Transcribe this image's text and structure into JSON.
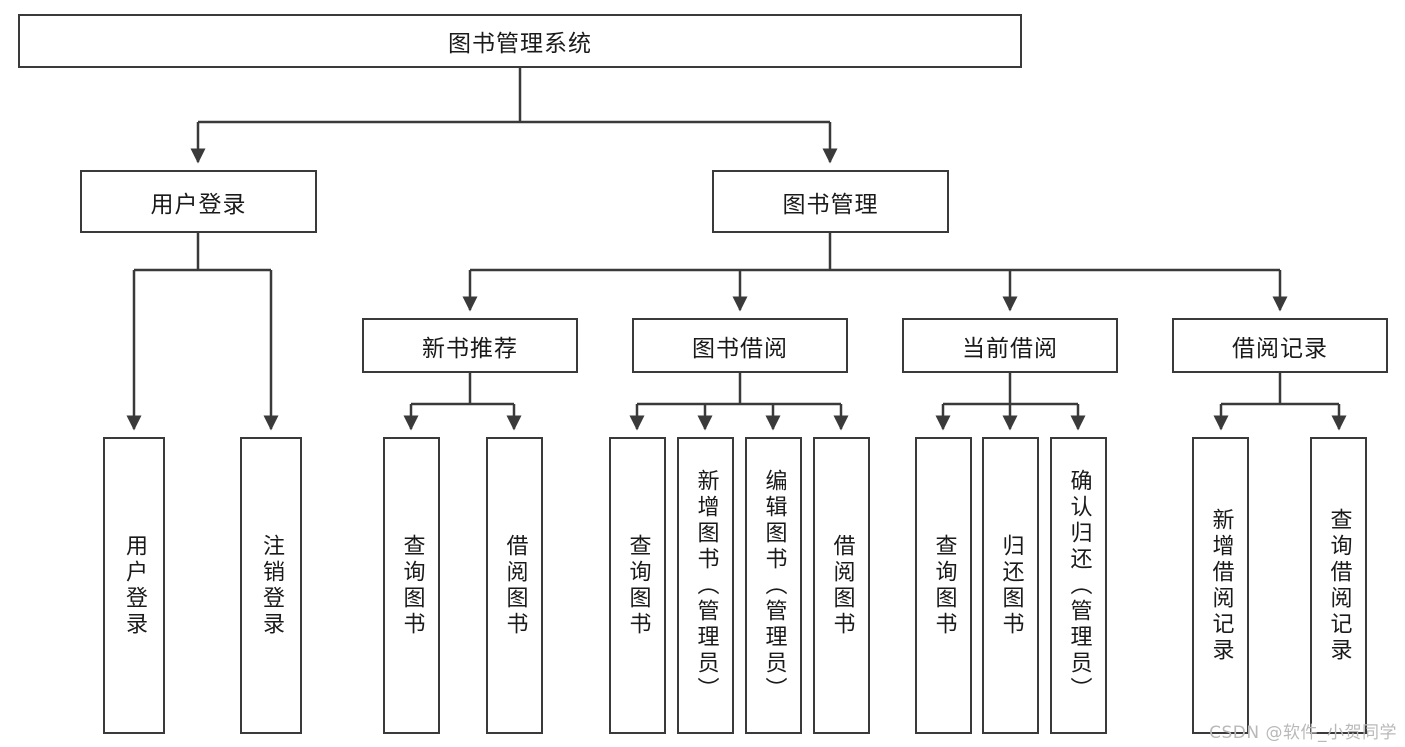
{
  "diagram": {
    "title": "图书管理系统",
    "watermark": "CSDN @软件_小贺同学",
    "stroke_color": "#3a3a3a",
    "background_color": "#ffffff",
    "root": {
      "id": "root",
      "label": "图书管理系统"
    },
    "level1": [
      {
        "id": "user-login",
        "label": "用户登录"
      },
      {
        "id": "book-management",
        "label": "图书管理"
      }
    ],
    "level2": [
      {
        "id": "new-book-recommend",
        "label": "新书推荐",
        "parent": "book-management"
      },
      {
        "id": "book-borrow",
        "label": "图书借阅",
        "parent": "book-management"
      },
      {
        "id": "current-borrow",
        "label": "当前借阅",
        "parent": "book-management"
      },
      {
        "id": "borrow-record",
        "label": "借阅记录",
        "parent": "book-management"
      }
    ],
    "leaves": [
      {
        "id": "leaf-user-login",
        "label": "用户登录",
        "parent": "user-login"
      },
      {
        "id": "leaf-logout-login",
        "label": "注销登录",
        "parent": "user-login"
      },
      {
        "id": "leaf-query-book-1",
        "label": "查询图书",
        "parent": "new-book-recommend"
      },
      {
        "id": "leaf-borrow-book-1",
        "label": "借阅图书",
        "parent": "new-book-recommend"
      },
      {
        "id": "leaf-query-book-2",
        "label": "查询图书",
        "parent": "book-borrow"
      },
      {
        "id": "leaf-add-book",
        "label": "新增图书（管理员）",
        "parent": "book-borrow"
      },
      {
        "id": "leaf-edit-book",
        "label": "编辑图书（管理员）",
        "parent": "book-borrow"
      },
      {
        "id": "leaf-borrow-book-2",
        "label": "借阅图书",
        "parent": "book-borrow"
      },
      {
        "id": "leaf-query-book-3",
        "label": "查询图书",
        "parent": "current-borrow"
      },
      {
        "id": "leaf-return-book",
        "label": "归还图书",
        "parent": "current-borrow"
      },
      {
        "id": "leaf-confirm-return",
        "label": "确认归还（管理员）",
        "parent": "current-borrow"
      },
      {
        "id": "leaf-add-record",
        "label": "新增借阅记录",
        "parent": "borrow-record"
      },
      {
        "id": "leaf-query-record",
        "label": "查询借阅记录",
        "parent": "borrow-record"
      }
    ]
  }
}
